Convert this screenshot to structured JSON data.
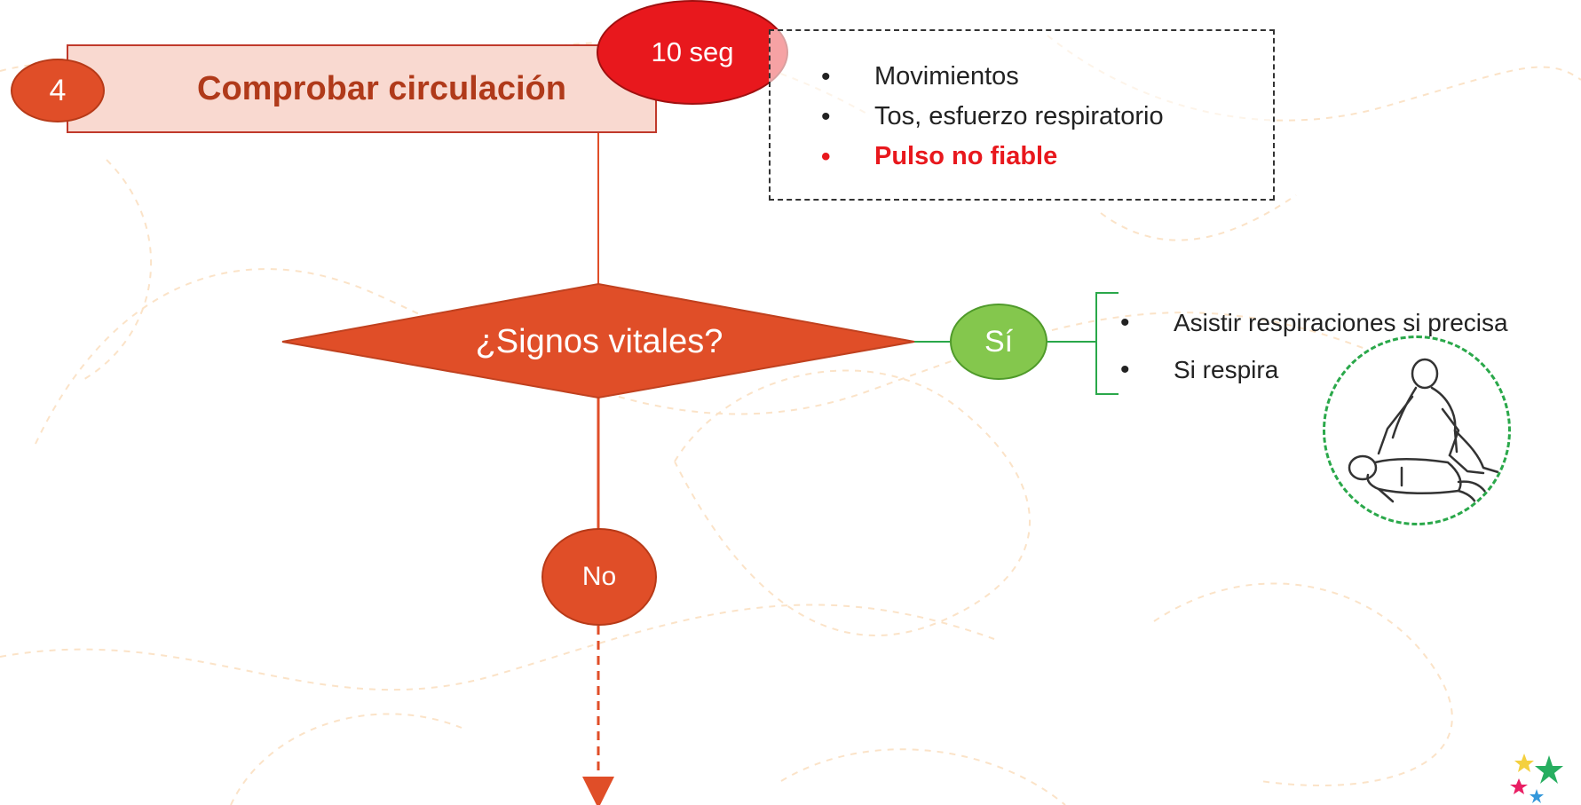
{
  "step": {
    "number": "4",
    "title": "Comprobar circulación",
    "time_badge": "10 seg"
  },
  "checks": {
    "items": [
      "Movimientos",
      "Tos, esfuerzo respiratorio"
    ],
    "alert_item": "Pulso no fiable"
  },
  "decision": {
    "question": "¿Signos vitales?",
    "yes_label": "Sí",
    "no_label": "No"
  },
  "yes_actions": [
    "Asistir respiraciones si precisa",
    "Si respira"
  ],
  "colors": {
    "step_fill": "#f9d9d0",
    "step_text": "#b03a1a",
    "orange": "#e04e28",
    "red": "#e8181d",
    "green": "#84c74d",
    "recovery_ring": "#2aa84a"
  },
  "icons": {
    "recovery_position": "recovery-position-illustration",
    "logo": "stars-logo"
  }
}
